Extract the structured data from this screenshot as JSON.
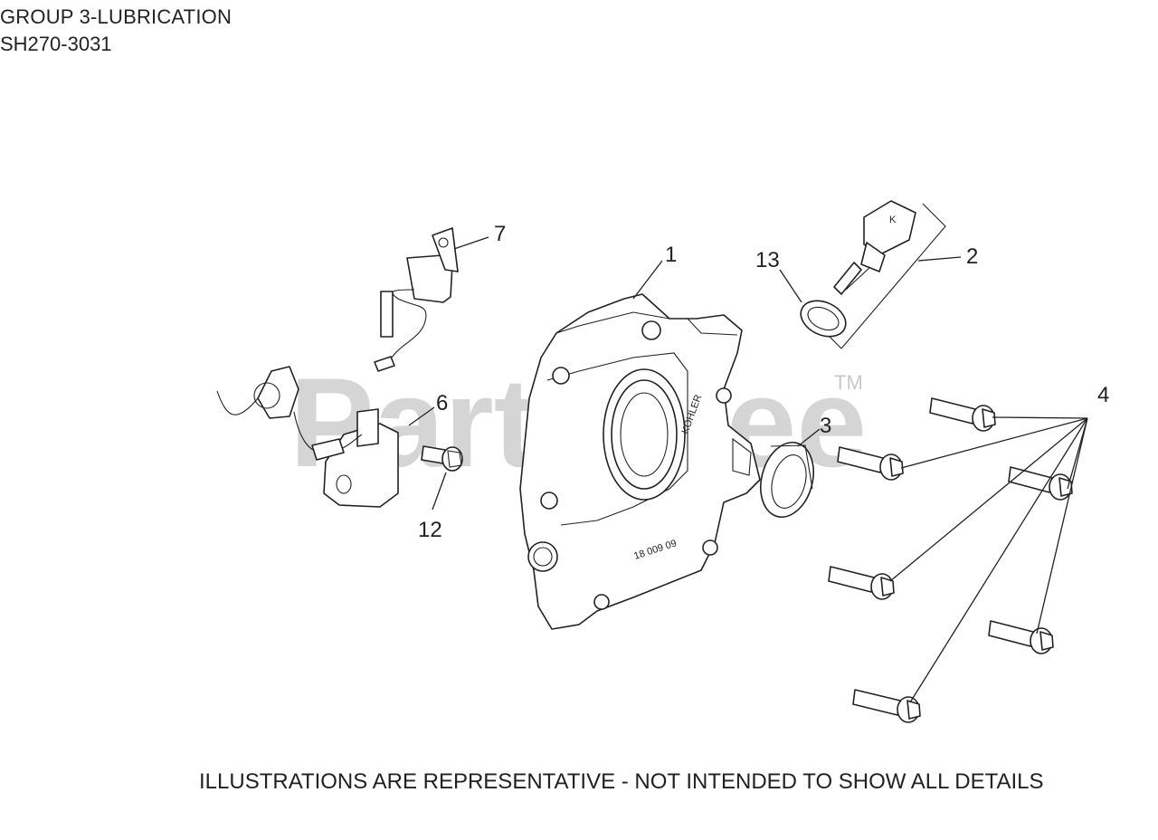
{
  "header": {
    "title": "GROUP 3-LUBRICATION",
    "model": "SH270-3031"
  },
  "watermark": {
    "text": "PartsTree",
    "trademark": "TM",
    "color": "#c8c8c8"
  },
  "parts": {
    "p1": "1",
    "p2": "2",
    "p3": "3",
    "p4": "4",
    "p6": "6",
    "p7": "7",
    "p12": "12",
    "p13": "13"
  },
  "stamps": {
    "brand": "KOHLER",
    "code": "18 009 09"
  },
  "disclaimer": "ILLUSTRATIONS ARE REPRESENTATIVE - NOT INTENDED TO SHOW ALL DETAILS"
}
